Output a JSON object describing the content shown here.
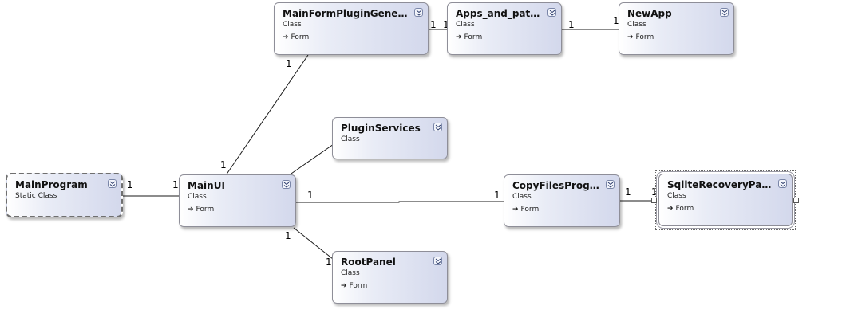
{
  "classes": {
    "mainprogram": {
      "name": "MainProgram",
      "stereotype": "Static Class"
    },
    "mainui": {
      "name": "MainUI",
      "stereotype": "Class",
      "base": "Form"
    },
    "mainformplugin": {
      "name": "MainFormPluginGenerat...",
      "stereotype": "Class",
      "base": "Form"
    },
    "apps": {
      "name": "Apps_and_pathes",
      "stereotype": "Class",
      "base": "Form"
    },
    "newapp": {
      "name": "NewApp",
      "stereotype": "Class",
      "base": "Form"
    },
    "pluginservices": {
      "name": "PluginServices",
      "stereotype": "Class"
    },
    "copyfiles": {
      "name": "CopyFilesProgress",
      "stereotype": "Class",
      "base": "Form"
    },
    "sqlite": {
      "name": "SqliteRecoveryPage",
      "stereotype": "Class",
      "base": "Form"
    },
    "rootpanel": {
      "name": "RootPanel",
      "stereotype": "Class",
      "base": "Form"
    }
  },
  "multiplicity": "1",
  "icons": {
    "collapse": "double-chevron-icon",
    "inheritance": "arrow-right-icon"
  },
  "colors": {
    "line": "#1a1a1a",
    "box_border": "#8e8e98",
    "gradient_end": "#d3d8ec"
  }
}
